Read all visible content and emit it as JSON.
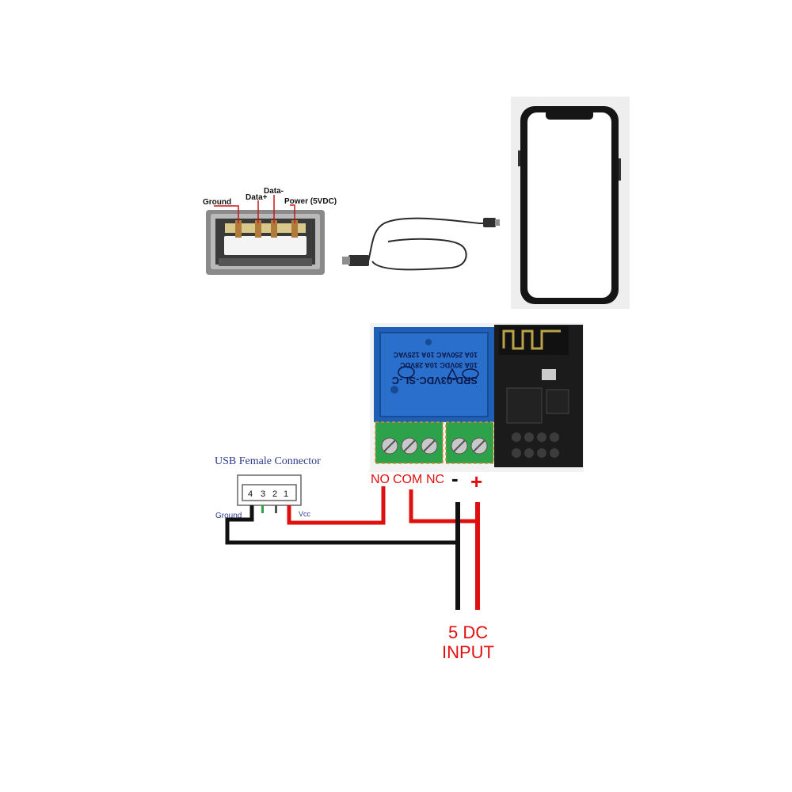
{
  "usb_port": {
    "pin_labels": [
      "Ground",
      "Data+",
      "Data-",
      "Power (5VDC)"
    ]
  },
  "usb_female_connector": {
    "title": "USB Female Connector",
    "pin_numbers": [
      "4",
      "3",
      "2",
      "1"
    ],
    "ground_label": "Ground",
    "vcc_label": "Vcc"
  },
  "relay": {
    "model": "SRD-03VDC-SL-C",
    "rating_1": "10A 250VAC  10A 125VAC",
    "rating_2": "10A 30VDC  10A 28VDC"
  },
  "terminals": {
    "no": "NO",
    "com": "COM",
    "nc": "NC",
    "minus": "-",
    "plus": "+"
  },
  "power_input": {
    "line1": "5 DC",
    "line2": "INPUT"
  },
  "colors": {
    "wire_red": "#e01010",
    "wire_black": "#111111",
    "relay_blue": "#1f5fb8",
    "terminal_green": "#2ea24a",
    "pcb_dark": "#1b1b1b"
  }
}
